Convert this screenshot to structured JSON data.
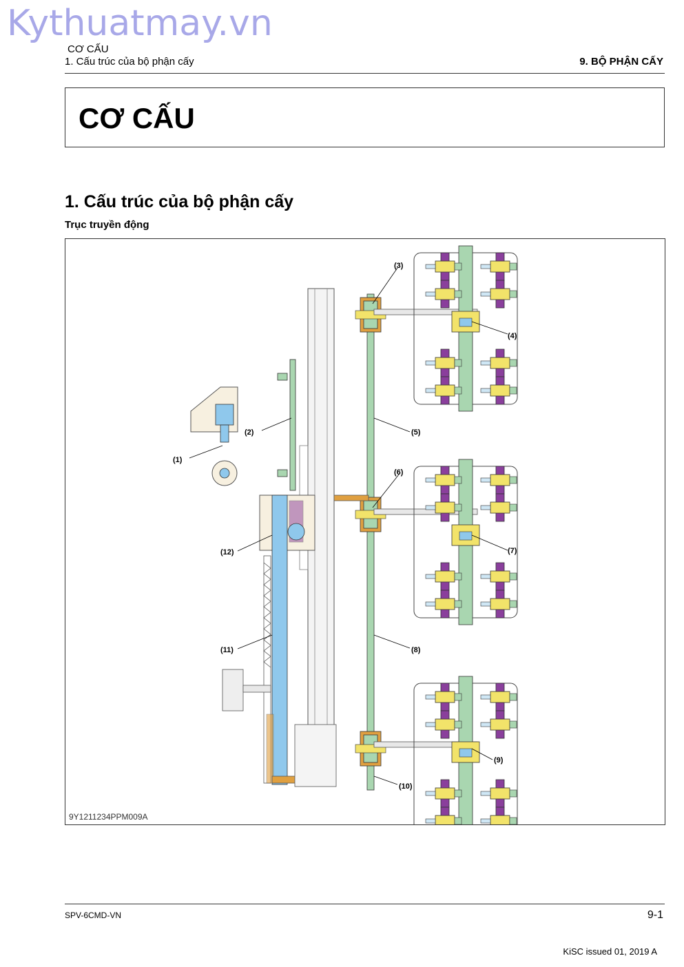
{
  "watermark": "Kythuatmay.vn",
  "header": {
    "section": "CƠ CẤU",
    "subsection": "1. Cấu trúc của bộ phận cấy",
    "chapter": "9. BỘ PHẬN CẤY"
  },
  "page_title": "CƠ CẤU",
  "section_title": "1. Cấu trúc của bộ phận cấy",
  "subsection_title": "Trục truyền động",
  "figure": {
    "code": "9Y1211234PPM009A",
    "labels": [
      "(1)",
      "(2)",
      "(3)",
      "(4)",
      "(5)",
      "(6)",
      "(7)",
      "(8)",
      "(9)",
      "(10)",
      "(11)",
      "(12)"
    ]
  },
  "footer": {
    "doc_code": "SPV-6CMD-VN",
    "page_number": "9-1",
    "issued": "KiSC issued 01, 2019 A"
  },
  "colors": {
    "green_shaft": "#a9d6b0",
    "blue_shaft": "#8fc8ec",
    "yellow_part": "#f2e36a",
    "purple_part": "#8a3f9c",
    "orange_part": "#e0a040"
  }
}
